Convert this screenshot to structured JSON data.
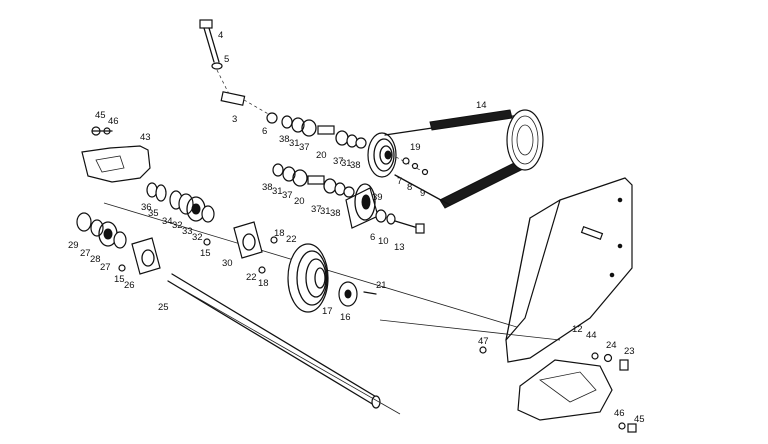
{
  "callouts": [
    {
      "id": "c4",
      "text": "4"
    },
    {
      "id": "c5",
      "text": "5"
    },
    {
      "id": "c3",
      "text": "3"
    },
    {
      "id": "c6a",
      "text": "6"
    },
    {
      "id": "c38a",
      "text": "38"
    },
    {
      "id": "c31a",
      "text": "31"
    },
    {
      "id": "c37a",
      "text": "37"
    },
    {
      "id": "c20a",
      "text": "20"
    },
    {
      "id": "c37b",
      "text": "37"
    },
    {
      "id": "c31b",
      "text": "31"
    },
    {
      "id": "c38b",
      "text": "38"
    },
    {
      "id": "c14",
      "text": "14"
    },
    {
      "id": "c19",
      "text": "19"
    },
    {
      "id": "c7",
      "text": "7"
    },
    {
      "id": "c8",
      "text": "8"
    },
    {
      "id": "c9",
      "text": "9"
    },
    {
      "id": "c45a",
      "text": "45"
    },
    {
      "id": "c46a",
      "text": "46"
    },
    {
      "id": "c43",
      "text": "43"
    },
    {
      "id": "c38c",
      "text": "38"
    },
    {
      "id": "c31c",
      "text": "31"
    },
    {
      "id": "c37c",
      "text": "37"
    },
    {
      "id": "c20b",
      "text": "20"
    },
    {
      "id": "c37d",
      "text": "37"
    },
    {
      "id": "c31d",
      "text": "31"
    },
    {
      "id": "c38d",
      "text": "38"
    },
    {
      "id": "c39",
      "text": "39"
    },
    {
      "id": "c36",
      "text": "36"
    },
    {
      "id": "c35",
      "text": "35"
    },
    {
      "id": "c34",
      "text": "34"
    },
    {
      "id": "c32a",
      "text": "32"
    },
    {
      "id": "c33",
      "text": "33"
    },
    {
      "id": "c32b",
      "text": "32"
    },
    {
      "id": "c6b",
      "text": "6"
    },
    {
      "id": "c10",
      "text": "10"
    },
    {
      "id": "c13",
      "text": "13"
    },
    {
      "id": "c29",
      "text": "29"
    },
    {
      "id": "c27a",
      "text": "27"
    },
    {
      "id": "c28",
      "text": "28"
    },
    {
      "id": "c27b",
      "text": "27"
    },
    {
      "id": "c15a",
      "text": "15"
    },
    {
      "id": "c18a",
      "text": "18"
    },
    {
      "id": "c22a",
      "text": "22"
    },
    {
      "id": "c30",
      "text": "30"
    },
    {
      "id": "c22b",
      "text": "22"
    },
    {
      "id": "c18b",
      "text": "18"
    },
    {
      "id": "c15b",
      "text": "15"
    },
    {
      "id": "c26",
      "text": "26"
    },
    {
      "id": "c21",
      "text": "21"
    },
    {
      "id": "c25",
      "text": "25"
    },
    {
      "id": "c17",
      "text": "17"
    },
    {
      "id": "c16",
      "text": "16"
    },
    {
      "id": "c12",
      "text": "12"
    },
    {
      "id": "c47",
      "text": "47"
    },
    {
      "id": "c44",
      "text": "44"
    },
    {
      "id": "c24",
      "text": "24"
    },
    {
      "id": "c23",
      "text": "23"
    },
    {
      "id": "c46b",
      "text": "46"
    },
    {
      "id": "c45b",
      "text": "45"
    }
  ]
}
